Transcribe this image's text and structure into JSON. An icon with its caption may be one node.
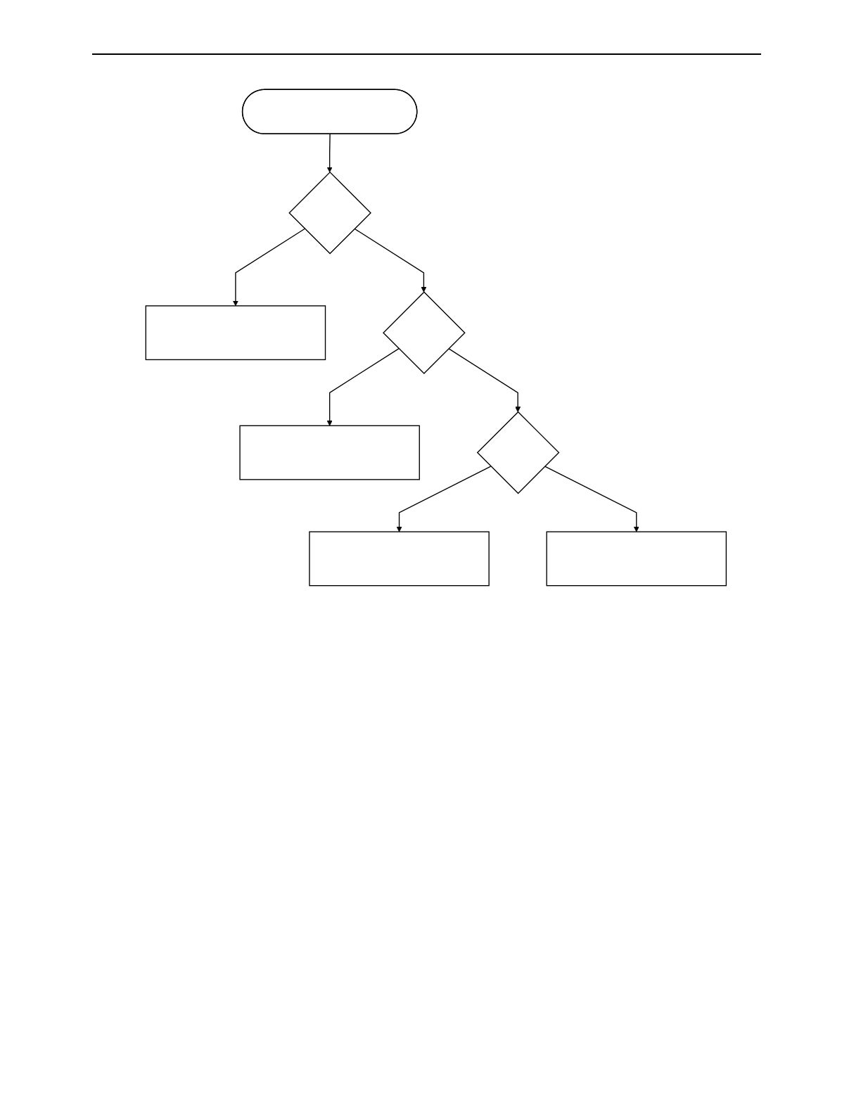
{
  "diagram": {
    "nodes": [
      {
        "text": [],
        "shape": "stadium"
      },
      {
        "text": [],
        "shape": "diamond"
      },
      {
        "text": [],
        "shape": "box"
      },
      {
        "text": [],
        "shape": "diamond"
      },
      {
        "text": [],
        "shape": "box"
      },
      {
        "text": [],
        "shape": "diamond"
      },
      {
        "text": [],
        "shape": "box"
      },
      {
        "text": [],
        "shape": "box"
      }
    ],
    "edges": [
      {
        "from": 0,
        "to": 1,
        "arrow": "to"
      },
      {
        "from": 1,
        "to": 2,
        "arrow": "to"
      },
      {
        "from": 1,
        "to": 3,
        "arrow": "to"
      },
      {
        "from": 3,
        "to": 4,
        "arrow": "to"
      },
      {
        "from": 3,
        "to": 5,
        "arrow": "to"
      },
      {
        "from": 5,
        "to": 6,
        "arrow": "to"
      },
      {
        "from": 5,
        "to": 7,
        "arrow": "to"
      }
    ]
  }
}
